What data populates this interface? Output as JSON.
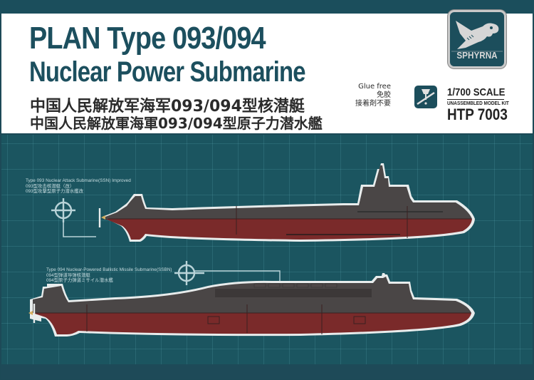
{
  "header": {
    "title_line_1": "PLAN Type 093/094",
    "title_line_2": "Nuclear Power Submarine",
    "chinese_simplified": "中国人民解放军海军093/094型核潜艇",
    "chinese_traditional": "中国人民解放軍海軍093/094型原子力潜水艦"
  },
  "brand": {
    "name": "SPHYRNA",
    "logo_icon": "hammerhead-shark-icon"
  },
  "glue": {
    "english": "Glue free",
    "chinese": "免胶",
    "japanese": "接着剤不要",
    "icon": "no-glue-icon"
  },
  "kit": {
    "scale": "1/700 SCALE",
    "subtitle": "UNASSEMBLED MODEL KIT",
    "code": "HTP 7003"
  },
  "submarines": [
    {
      "label_en": "Type 093 Nuclear Attack Submarine(SSN) Improved",
      "label_cn": "093型攻击核潜艇（改）",
      "label_jp": "093型攻撃型原子力潜水艦改"
    },
    {
      "label_en": "Type 094 Nuclear-Powered Ballistic Missile Submarine(SSBN)",
      "label_cn": "094型弹道导弹核潜艇",
      "label_jp": "094型原子力弾道ミサイル潜水艦"
    }
  ],
  "colors": {
    "brand_teal": "#1c4f5e",
    "blueprint_bg": "#1b5560",
    "hull_red": "#7a2a2a",
    "hull_gray": "#4a4646",
    "outline": "#e8ecec"
  }
}
